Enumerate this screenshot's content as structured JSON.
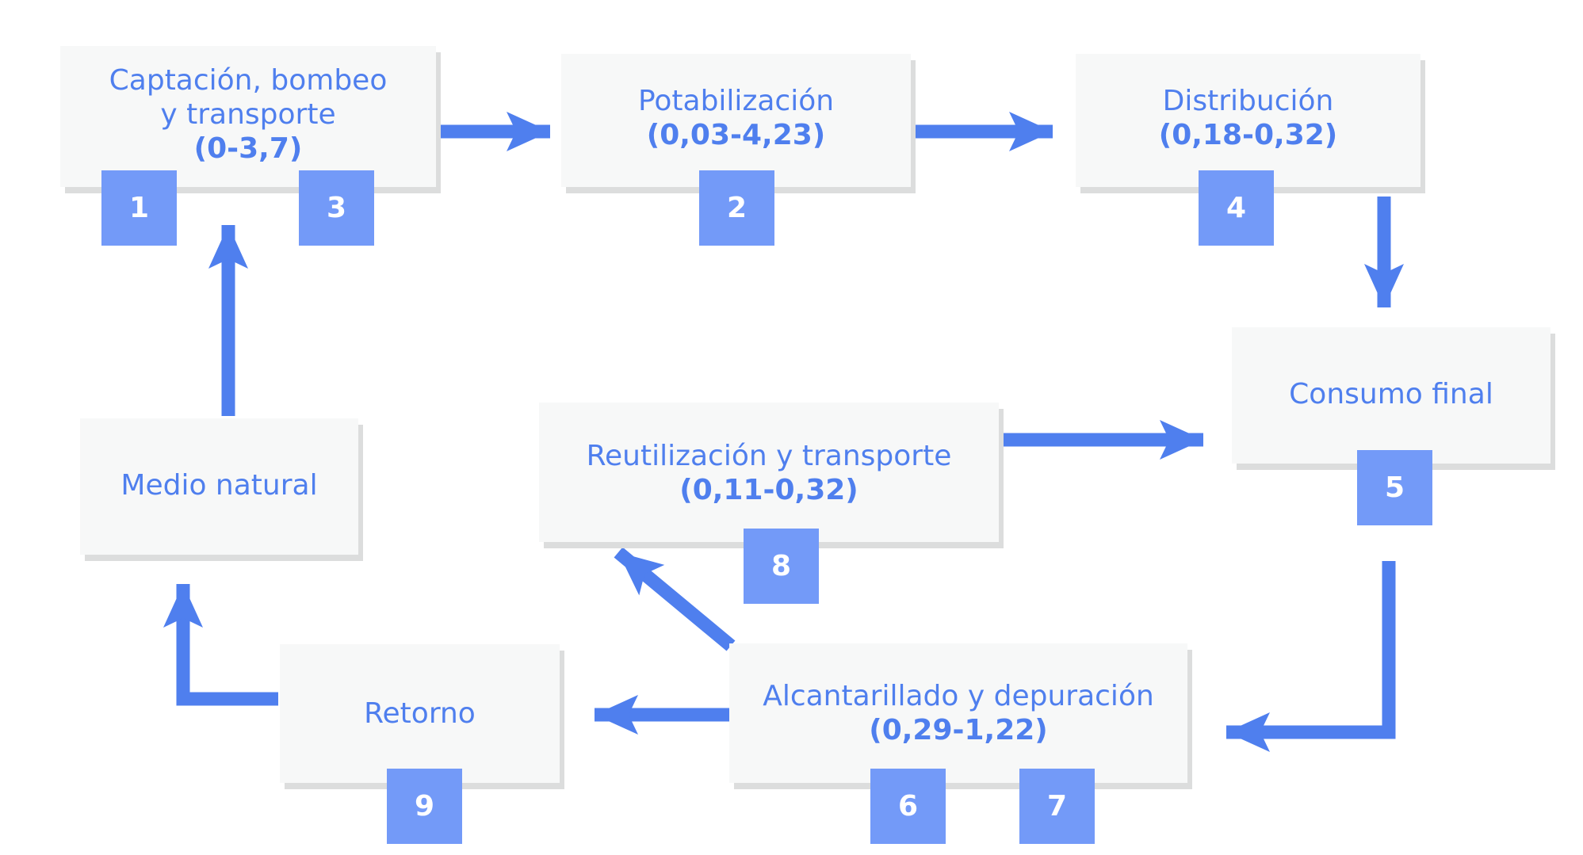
{
  "colors": {
    "accent": "#4f7fee",
    "badge": "#739af8",
    "box_bg": "#f7f8f8",
    "shadow": "#dcdddd"
  },
  "nodes": {
    "captacion": {
      "line1": "Captación, bombeo",
      "line2": "y transporte",
      "value": "(0-3,7)",
      "badges": [
        "1",
        "3"
      ]
    },
    "potabilizacion": {
      "label": "Potabilización",
      "value": "(0,03-4,23)",
      "badges": [
        "2"
      ]
    },
    "distribucion": {
      "label": "Distribución",
      "value": "(0,18-0,32)",
      "badges": [
        "4"
      ]
    },
    "consumo": {
      "label": "Consumo final",
      "badges": [
        "5"
      ]
    },
    "reutilizacion": {
      "label": "Reutilización y transporte",
      "value": "(0,11-0,32)",
      "badges": [
        "8"
      ]
    },
    "medio": {
      "label": "Medio natural"
    },
    "alcantarillado": {
      "label": "Alcantarillado y depuración",
      "value": "(0,29-1,22)",
      "badges": [
        "6",
        "7"
      ]
    },
    "retorno": {
      "label": "Retorno",
      "badges": [
        "9"
      ]
    }
  }
}
